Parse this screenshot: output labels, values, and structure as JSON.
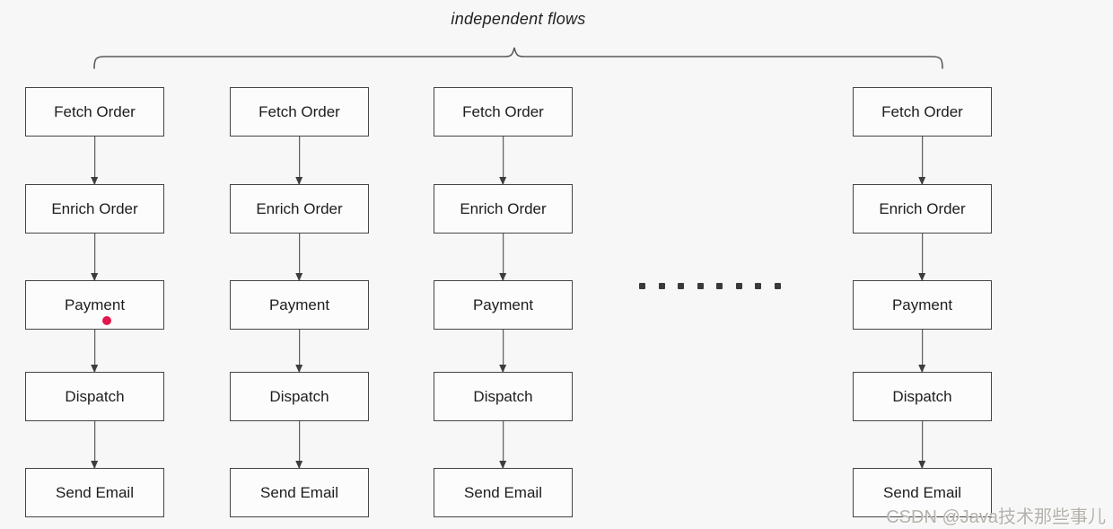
{
  "title": "independent flows",
  "flows": {
    "columns": [
      {
        "steps": [
          "Fetch Order",
          "Enrich Order",
          "Payment",
          "Dispatch",
          "Send Email"
        ]
      },
      {
        "steps": [
          "Fetch Order",
          "Enrich Order",
          "Payment",
          "Dispatch",
          "Send Email"
        ]
      },
      {
        "steps": [
          "Fetch Order",
          "Enrich Order",
          "Payment",
          "Dispatch",
          "Send Email"
        ]
      },
      {
        "steps": [
          "Fetch Order",
          "Enrich Order",
          "Payment",
          "Dispatch",
          "Send Email"
        ]
      }
    ],
    "ellipsis_dot_count": 8
  },
  "watermark": "CSDN @Java技术那些事儿",
  "colors": {
    "background": "#f7f7f7",
    "box_fill": "#fcfcfc",
    "box_border": "#454545",
    "arrow": "#3d3d3d",
    "marker_dot": "#e4174d",
    "watermark_text": "#b5b1ac"
  }
}
